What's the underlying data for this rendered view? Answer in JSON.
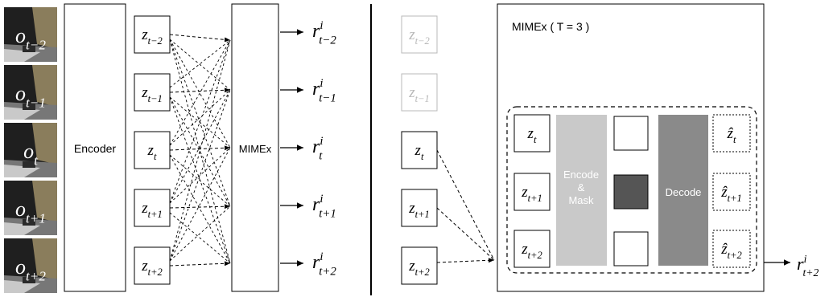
{
  "colors": {
    "line": "#000000",
    "faded": "#b8b8b8",
    "encode_mask_block": "#c9c9c9",
    "decode_block": "#8a8a8a",
    "masked_token": "#555555",
    "photo_sky": "#1f1f1f",
    "photo_wall": "#8a7d5c",
    "photo_ground": "#777777",
    "photo_road": "#c9c9c9",
    "label_text": "#ffffff"
  },
  "left": {
    "observations": [
      "o_{t-2}",
      "o_{t-1}",
      "o_{t}",
      "o_{t+1}",
      "o_{t+2}"
    ],
    "encoder_label": "Encoder",
    "latents": [
      "z_{t-2}",
      "z_{t-1}",
      "z_{t}",
      "z_{t+1}",
      "z_{t+2}"
    ],
    "mimex_label": "MIMEx",
    "rewards": [
      "r^i_{t-2}",
      "r^i_{t-1}",
      "r^i_{t}",
      "r^i_{t+1}",
      "r^i_{t+2}"
    ]
  },
  "right": {
    "inputs_faded": [
      "z_{t-2}",
      "z_{t-1}"
    ],
    "inputs": [
      "z_{t}",
      "z_{t+1}",
      "z_{t+2}"
    ],
    "mimex_title": "MIMEx ( T = 3 )",
    "window_tokens": [
      "z_{t}",
      "z_{t+1}",
      "z_{t+2}"
    ],
    "encode_mask_lines": [
      "Encode",
      "&",
      "Mask"
    ],
    "decode_label": "Decode",
    "masked_states": [
      "visible",
      "masked",
      "visible"
    ],
    "reconstructed": [
      "ẑ_{t}",
      "ẑ_{t+1}",
      "ẑ_{t+2}"
    ],
    "output_reward": "r^i_{t+2}"
  }
}
